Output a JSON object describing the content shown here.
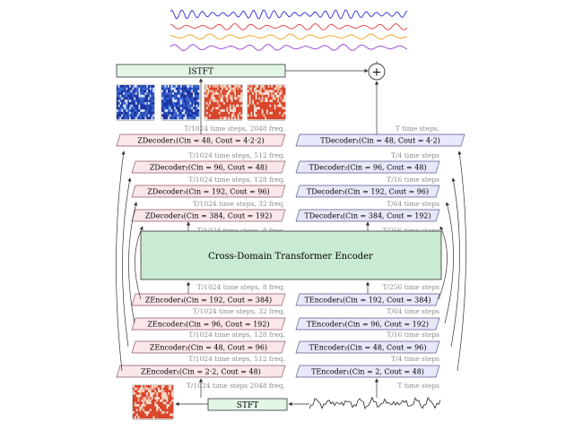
{
  "colors": {
    "z_block_fill": "#fbe7ea",
    "z_block_stroke": "#8a5a63",
    "t_block_fill": "#e8e8fb",
    "t_block_stroke": "#5a5a8a",
    "transformer_fill": "#c9ead3",
    "stft_fill": "#e2f6e6",
    "annotation_text": "#8a8a8a",
    "arrow": "#333333",
    "wave_blue": "#2b2bd8",
    "wave_red": "#e23a3a",
    "wave_orange": "#f0a020",
    "wave_purple": "#9a3ad8"
  },
  "top": {
    "istft_label": "ISTFT",
    "sum_symbol": "+"
  },
  "bottom": {
    "stft_label": "STFT"
  },
  "transformer": {
    "label": "Cross-Domain Transformer Encoder"
  },
  "z_decoders": [
    {
      "label": "ZDecoder₁(Cin = 48, Cout = 4·2·2)",
      "note_above": "T/1024 time steps, 2048 freq."
    },
    {
      "label": "ZDecoder₂(Cin = 96, Cout = 48)",
      "note_above": "T/1024 time steps, 512 freq."
    },
    {
      "label": "ZDecoder₃(Cin = 192, Cout = 96)",
      "note_above": "T/1024 time steps, 128 freq."
    },
    {
      "label": "ZDecoder₄(Cin = 384, Cout = 192)",
      "note_above": "T/1024 time steps, 32 freq."
    }
  ],
  "z_decoder_bottom_note": "T/1024 time steps, 8 freq.",
  "t_decoders": [
    {
      "label": "TDecoder₁(Cin = 48, Cout = 4·2)",
      "note_above": "T time steps."
    },
    {
      "label": "TDecoder₂(Cin = 96, Cout = 48)",
      "note_above": "T/4 time steps"
    },
    {
      "label": "TDecoder₃(Cin = 192, Cout = 96)",
      "note_above": "T/16 time steps"
    },
    {
      "label": "TDecoder₄(Cin = 384, Cout = 192)",
      "note_above": "T/64 time steps"
    }
  ],
  "t_decoder_bottom_note": "T/256 time steps",
  "z_encoders": [
    {
      "label": "ZEncoder₄(Cin = 192, Cout = 384)",
      "note_above": "T/1024 time steps, 8 freq."
    },
    {
      "label": "ZEncoder₃(Cin = 96, Cout = 192)",
      "note_above": "T/1024 time steps, 32 freq."
    },
    {
      "label": "ZEncoder₂(Cin = 48, Cout = 96)",
      "note_above": "T/1024 time steps, 128 freq."
    },
    {
      "label": "ZEncoder₁(Cin = 2·2, Cout = 48)",
      "note_above": "T/1024 time steps, 512 freq."
    }
  ],
  "z_encoder_bottom_note": "T/1024 time steps 2048 freq.",
  "t_encoders": [
    {
      "label": "TEncoder₄(Cin = 192, Cout = 384)",
      "note_above": "T/256 time steps"
    },
    {
      "label": "TEncoder₃(Cin = 96, Cout = 192)",
      "note_above": "T/64 time steps"
    },
    {
      "label": "TEncoder₂(Cin = 48, Cout = 96)",
      "note_above": "T/16 time steps"
    },
    {
      "label": "TEncoder₁(Cin = 2, Cout = 48)",
      "note_above": "T/4 time steps"
    }
  ],
  "t_encoder_bottom_note": "T time steps"
}
